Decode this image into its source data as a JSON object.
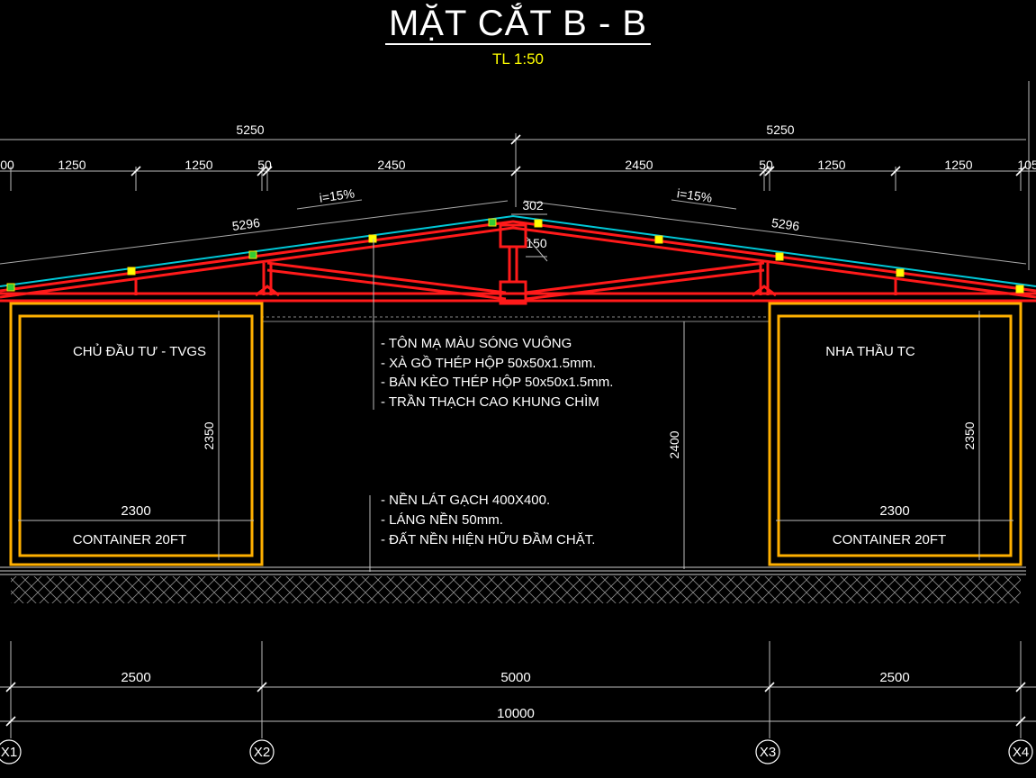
{
  "title": "MẶT CẮT B - B",
  "scale": "TL 1:50",
  "top_dimensions": {
    "overall": [
      "5250",
      "5250"
    ],
    "segments": [
      "00",
      "1250",
      "1250",
      "50",
      "2450",
      "2450",
      "50",
      "1250",
      "1250",
      "105"
    ]
  },
  "roof": {
    "slope_left": "i=15%",
    "slope_right": "i=15%",
    "rafter_left": "5296",
    "rafter_right": "5296",
    "ridge_width": "302",
    "ridge_height": "150"
  },
  "left_container": {
    "owner": "CHỦ ĐẦU TƯ - TVGS",
    "width": "2300",
    "height": "2350",
    "label": "CONTAINER 20FT"
  },
  "right_container": {
    "owner": "NHA THẦU TC",
    "width": "2300",
    "height": "2350",
    "label": "CONTAINER 20FT"
  },
  "middle_height": "2400",
  "roof_notes": [
    "- TÔN MẠ MÀU SÓNG VUÔNG",
    "- XÀ GỒ THÉP HỘP 50x50x1.5mm.",
    "- BÁN KÈO THÉP HỘP 50x50x1.5mm.",
    "- TRẦN THẠCH CAO KHUNG CHÌM"
  ],
  "floor_notes": [
    "- NỀN LÁT GẠCH 400X400.",
    "- LÁNG NỀN 50mm.",
    "- ĐẤT NỀN HIỆN HỮU ĐẦM CHẶT."
  ],
  "bottom_dimensions": {
    "segments": [
      "2500",
      "5000",
      "2500"
    ],
    "total": "10000"
  },
  "axes": [
    "X1",
    "X2",
    "X3",
    "X4"
  ],
  "colors": {
    "truss": "#ff0000",
    "container": "#ffb000",
    "roof_sheet": "#00c8d8",
    "dimension": "#ffffff",
    "scale_text": "#ffff00"
  }
}
